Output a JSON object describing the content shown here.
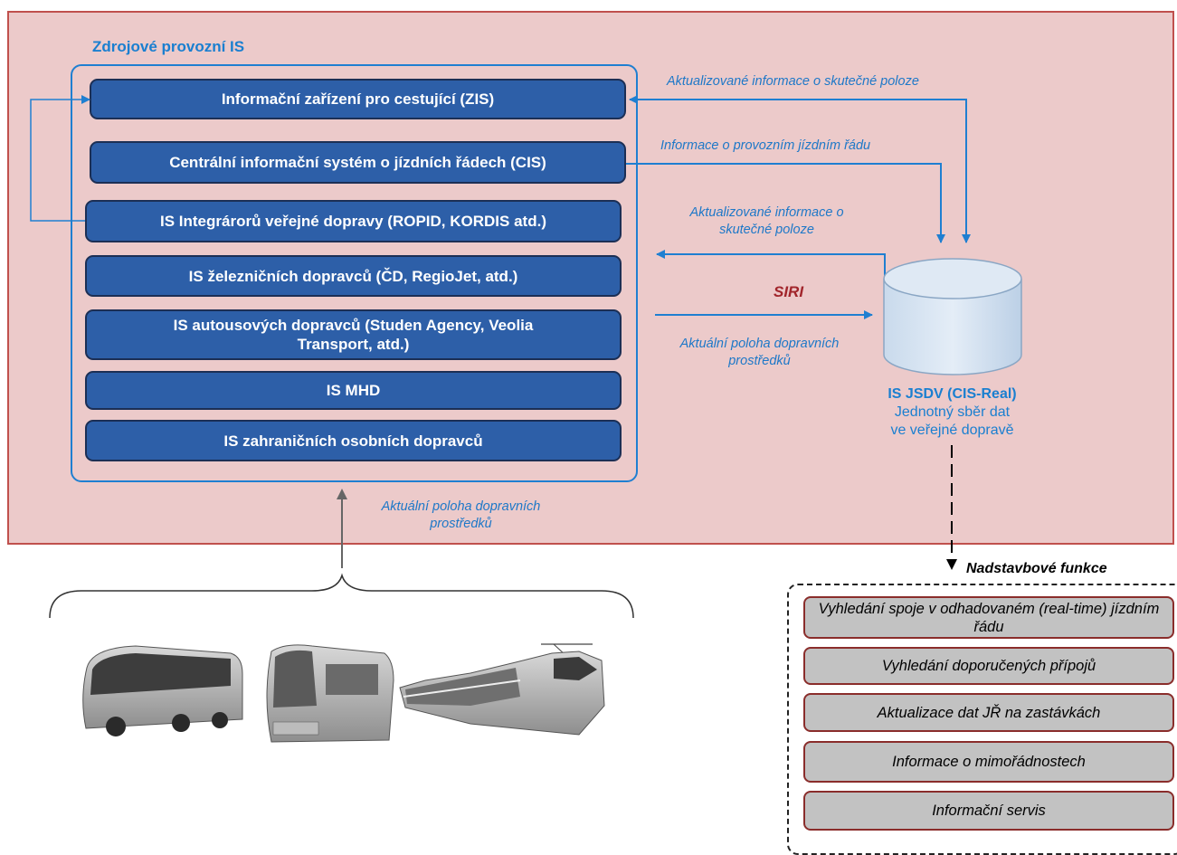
{
  "source_group": {
    "title": "Zdrojové provozní IS",
    "boxes": [
      "Informační zařízení pro cestující (ZIS)",
      "Centrální informační systém o jízdních řádech (CIS)",
      "IS Integrárorů veřejné dopravy (ROPID, KORDIS atd.)",
      "IS železničních dopravců (ČD, RegioJet, atd.)",
      "IS autousových dopravců (Studen Agency, Veolia Transport, atd.)",
      "IS MHD",
      "IS zahraničních osobních dopravců"
    ]
  },
  "flows": {
    "updated_position_top": "Aktualizované informace o skutečné poloze",
    "operational_timetable": "Informace o provozním jízdním řádu",
    "updated_position_line1": "Aktualizované informace o",
    "updated_position_line2": "skutečné poloze",
    "siri": "SIRI",
    "current_position_line1": "Aktuální poloha dopravních",
    "current_position_line2": "prostředků",
    "vehicles_position_line1": "Aktuální poloha dopravních",
    "vehicles_position_line2": "prostředků"
  },
  "jsdv": {
    "title": "IS JSDV (CIS-Real)",
    "line1": "Jednotný sběr dat",
    "line2": "ve veřejné dopravě"
  },
  "extensions": {
    "title": "Nadstavbové funkce",
    "items": [
      "Vyhledání spoje v odhadovaném (real-time) jízdním řádu",
      "Vyhledání doporučených přípojů",
      "Aktualizace dat JŘ na zastávkách",
      "Informace o mimořádnostech",
      "Informační servis"
    ]
  },
  "colors": {
    "outer_background": "#eccaca",
    "outer_border": "#c0504d",
    "source_box_fill": "#2d5fa8",
    "flow_label": "#1e78c8",
    "siri_label": "#a1252b",
    "extension_box_fill": "#c2c2c2",
    "extension_box_border": "#8a2d2b"
  },
  "icons": [
    "database-cylinder-icon",
    "bus-icon",
    "tram-icon",
    "train-icon"
  ]
}
